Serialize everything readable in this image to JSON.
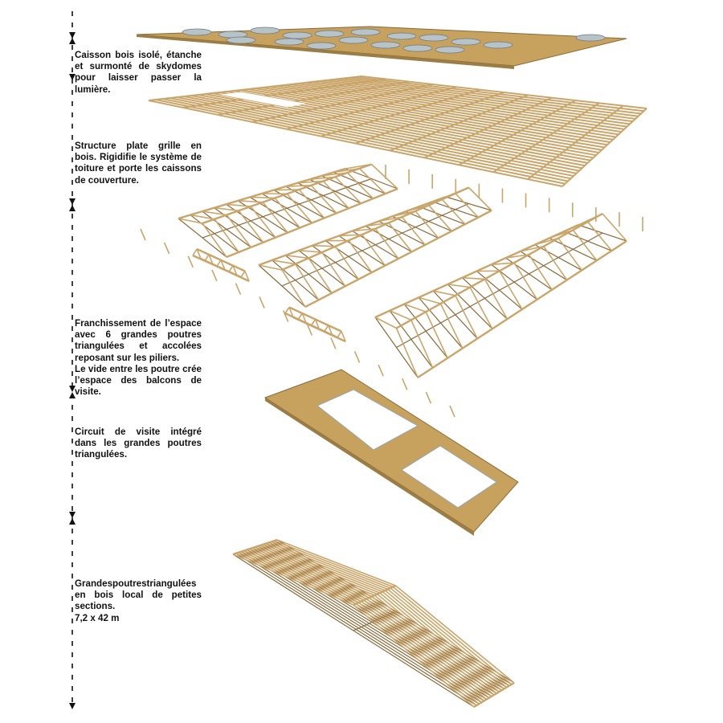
{
  "colors": {
    "wood": "#c9a56a",
    "wood_dark": "#8a6a3a",
    "slab": "#c7a25e",
    "glass": "#b8c3c8",
    "axis": "#111111"
  },
  "notes": [
    {
      "lines": [
        "Caisson bois isolé, étanche et surmonté de skydomes pour laisser passer la lumière."
      ]
    },
    {
      "lines": [
        "Structure plate grille en bois. Rigidifie le système de toiture et porte les caissons de couverture."
      ]
    },
    {
      "lines": [
        "Franchissement de l’espace avec 6 grandes poutres triangulées et accolées reposant sur les piliers.",
        "Le vide entre les poutre crée l’espace des balcons de visite."
      ]
    },
    {
      "lines": [
        "Circuit de visite intégré dans les grandes poutres triangulées."
      ]
    },
    {
      "lines": [
        "Grandespoutrestriangulées en bois local de petites sections.",
        "7,2 x 42 m"
      ]
    }
  ]
}
